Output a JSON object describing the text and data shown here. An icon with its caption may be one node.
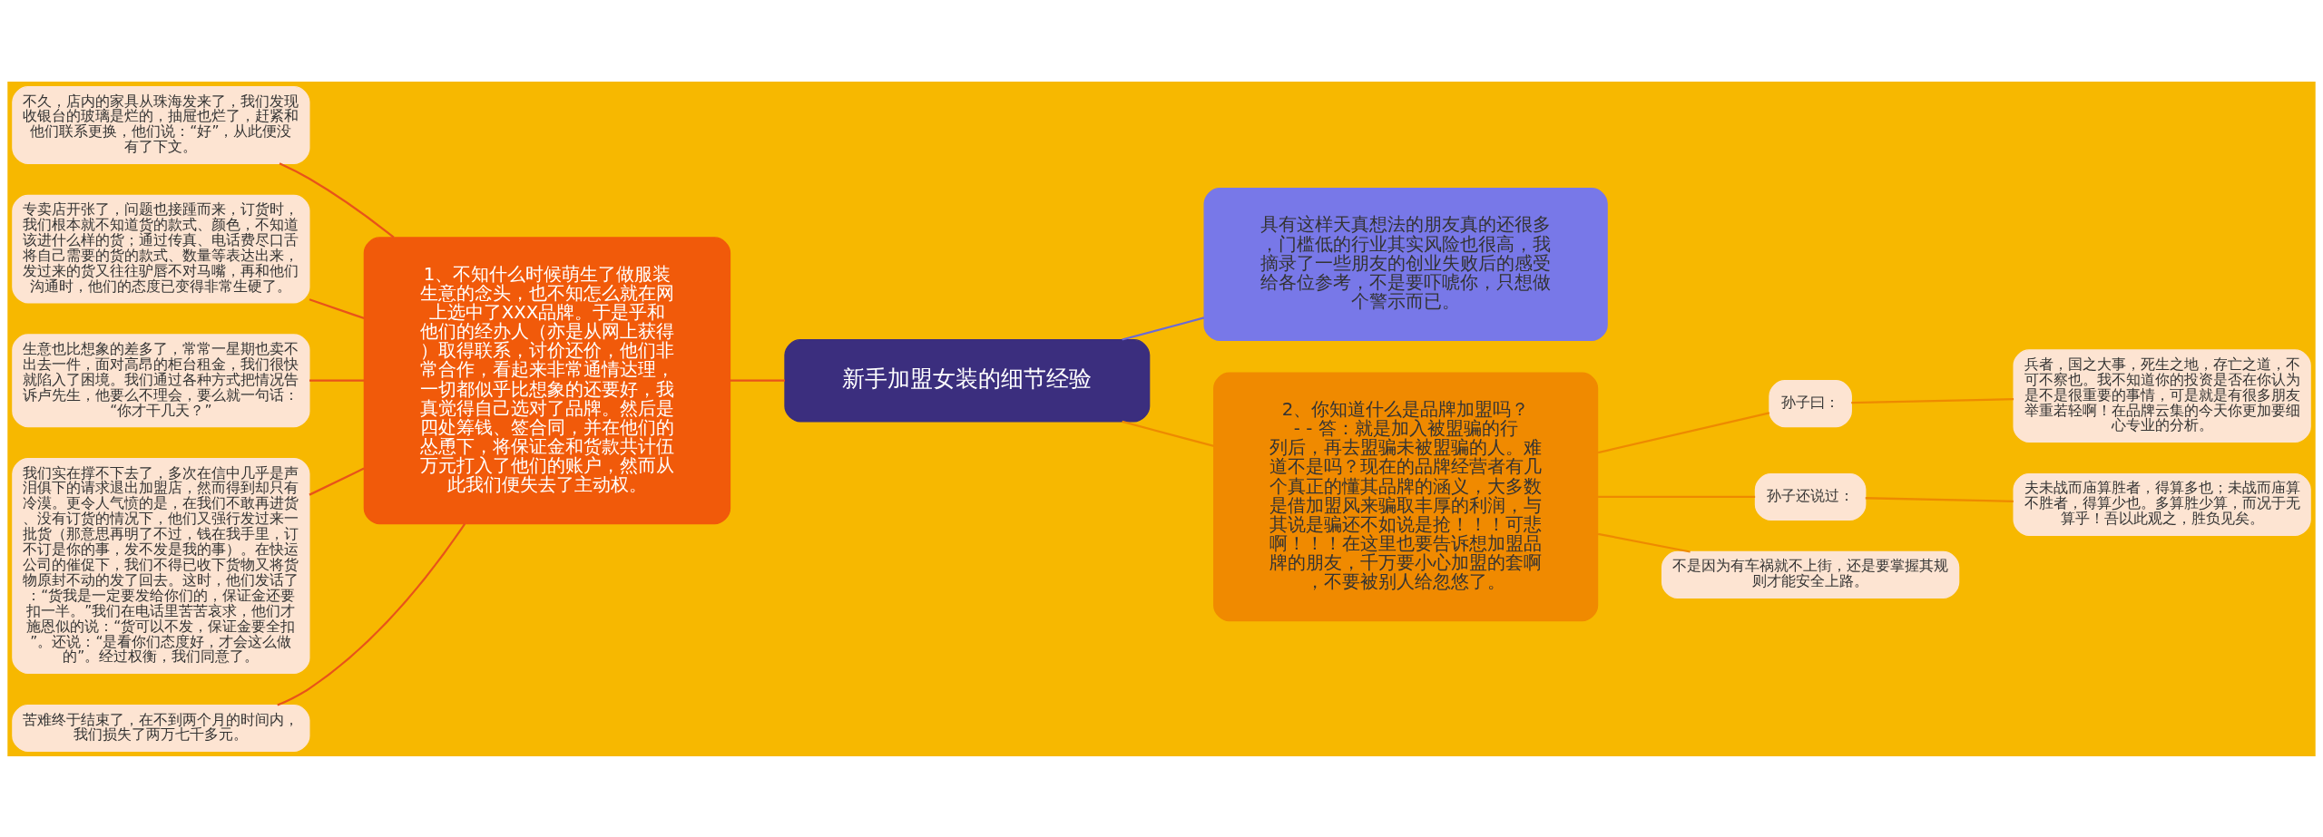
{
  "diagram": {
    "nodes": [
      {
        "text": [
          "新手加盟女装的细节经验"
        ]
      },
      {
        "text": [
          "1、不知什么时候萌生了做服装生意的念头，也不知怎么就在网上选中了XXX品牌。于是乎和他们的经办人（亦是从网上获得）取得联系，讨价还价，他们非常合作，看起来非常通情达理，一切都似乎比想象的还要好，我真觉得自己选对了品牌。然后是四处筹钱、签合同，并在他们的怂恿下，将保证金和货款共计伍万元打入了他们的账户，然而从此我们便失去了主动权。"
        ]
      },
      {
        "text": [
          "不久，店内的家具从珠海发来了，我们发现收银台的玻璃是烂的，抽屉也烂了，赶紧和他们联系更换，他们说：“好”，从此便没有了下文。"
        ]
      },
      {
        "text": [
          "专卖店开张了，问题也接踵而来，订货时，我们根本就不知道货的款式、颜色，不知道该进什么样的货；通过传真、电话费尽口舌将自己需要的货的款式、数量等表达出来，发过来的货又往往驴唇不对马嘴，再和他们沟通时，他们的态度已变得非常生硬了。"
        ]
      },
      {
        "text": [
          "生意也比想象的差多了，常常一星期也卖不出去一件，面对高昂的柜台租金，我们很快就陷入了困境。我们通过各种方式把情况告诉卢先生，他要么不理会，要么就一句话：“你才干几天？”"
        ]
      },
      {
        "text": [
          "我们实在撑不下去了，多次在信中几乎是声泪俱下的请求退出加盟店，然而得到却只有冷漠。更令人气愤的是，在我们不敢再进货、没有订货的情况下，他们又强行发过来一批货（那意思再明了不过，钱在我手里，订不订是你的事，发不发是我的事）。在快运公司的催促下，我们不得已收下货物又将货物原封不动的发了回去。这时，他们发话了：“货我是一定要发给你们的，保证金还要扣一半。”我们在电话里苦苦哀求，他们才施恩似的说：“货可以不发，保证金要全扣”。还说：“是看你们态度好，才会这么做的”。经过权衡，我们同意了。"
        ]
      },
      {
        "text": [
          "苦难终于结束了，在不到两个月的时间内，我们损失了两万七千多元。"
        ]
      },
      {
        "text": [
          "具有这样天真想法的朋友真的还很多，门槛低的行业其实风险也很高，我摘录了一些朋友的创业失败后的感受给各位参考，不是要吓唬你，只想做个警示而已。"
        ]
      },
      {
        "text": [
          "2、你知道什么是品牌加盟吗？ - - 答：就是加入被盟骗的行列后，再去盟骗未被盟骗的人。难道不是吗？现在的品牌经营者有几个真正的懂其品牌的涵义，大多数是借加盟风来骗取丰厚的利润，与其说是骗还不如说是抢！！！可悲啊！！！在这里也要告诉想加盟品牌的朋友，千万要小心加盟的套啊，不要被别人给忽悠了。"
        ]
      },
      {
        "text": [
          "孙子曰："
        ]
      },
      {
        "text": [
          "兵者，国之大事，死生之地，存亡之道，不可不察也。我不知道你的投资是否在你认为是不是很重要的事情，可是就是有很多朋友举重若轻啊！在品牌云集的今天你更加要细心专业的分析。"
        ]
      },
      {
        "text": [
          "孙子还说过："
        ]
      },
      {
        "text": [
          "夫未战而庙算胜者，得算多也；未战而庙算不胜者，得算少也。多算胜少算，而况于无算乎！吾以此观之，胜负见矣。"
        ]
      },
      {
        "text": [
          "不是因为有车祸就不上街，还是要掌握其规则才能安全上路。"
        ]
      }
    ],
    "edges": [
      {
        "from": 2,
        "to": 1,
        "arrow": "none",
        "color": "#e8531a"
      },
      {
        "from": 3,
        "to": 1,
        "arrow": "none",
        "color": "#e8531a"
      },
      {
        "from": 4,
        "to": 1,
        "arrow": "none",
        "color": "#e8531a"
      },
      {
        "from": 5,
        "to": 1,
        "arrow": "none",
        "color": "#e8531a"
      },
      {
        "from": 6,
        "to": 1,
        "arrow": "none",
        "color": "#e8531a"
      },
      {
        "from": 1,
        "to": 0,
        "arrow": "none",
        "color": "#e8531a"
      },
      {
        "from": 0,
        "to": 7,
        "arrow": "none",
        "color": "#6a6ad8"
      },
      {
        "from": 0,
        "to": 8,
        "arrow": "none",
        "color": "#ee8a00"
      },
      {
        "from": 8,
        "to": 9,
        "arrow": "none",
        "color": "#ee8a00"
      },
      {
        "from": 9,
        "to": 10,
        "arrow": "none",
        "color": "#ee8a00"
      },
      {
        "from": 8,
        "to": 11,
        "arrow": "none",
        "color": "#ee8a00"
      },
      {
        "from": 11,
        "to": 12,
        "arrow": "none",
        "color": "#ee8a00"
      },
      {
        "from": 8,
        "to": 13,
        "arrow": "none",
        "color": "#ee8a00"
      }
    ]
  }
}
